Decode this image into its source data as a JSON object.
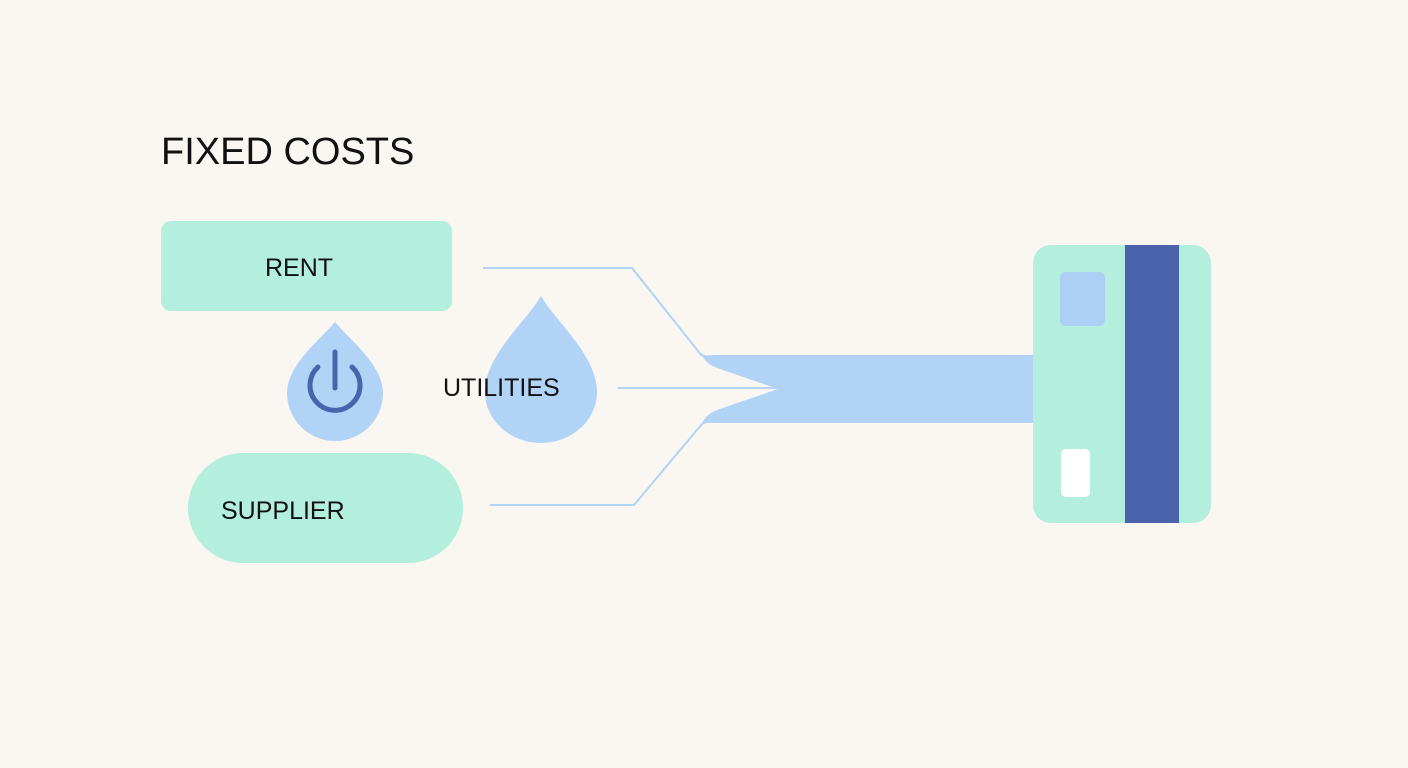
{
  "title": "FIXED COSTS",
  "nodes": {
    "rent": "RENT",
    "utilities": "UTILITIES",
    "supplier": "SUPPLIER"
  },
  "icons": {
    "power": "power-icon",
    "drop": "water-drop-icon",
    "card": "credit-card-icon"
  },
  "colors": {
    "background": "#faf6f1",
    "mint": "#b3efdc",
    "light_blue": "#b1d4f6",
    "navy": "#4a63ad"
  }
}
